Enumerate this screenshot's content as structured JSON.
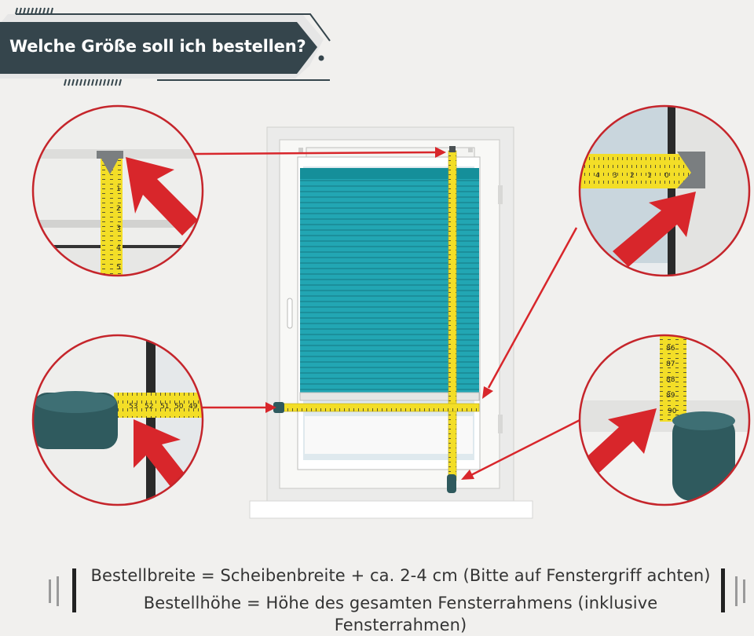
{
  "header": {
    "title": "Welche Größe soll ich bestellen?"
  },
  "captions": {
    "line1": "Bestellbreite = Scheibenbreite + ca. 2-4 cm (Bitte auf Fenstergriff achten)",
    "line2": "Bestellhöhe = Höhe des gesamten Fensterrahmens (inklusive Fensterrahmen)"
  },
  "tape_numbers": {
    "top_left": [
      "1",
      "2",
      "3",
      "4",
      "5"
    ],
    "top_right": [
      "0",
      "1",
      "2",
      "3",
      "4"
    ],
    "bottom_left": [
      "49",
      "50",
      "51",
      "52",
      "53"
    ],
    "bottom_right": [
      "86",
      "87",
      "88",
      "89",
      "90"
    ]
  },
  "colors": {
    "banner": "#35454c",
    "blind": "#22a6b3",
    "tape": "#f3de27",
    "arrow": "#d8262b",
    "circle_border": "#c5252b",
    "tape_hook": "#2f5a5e",
    "background": "#f1f0ee"
  },
  "icons": [
    "measuring-tape-icon",
    "arrow-icon"
  ]
}
